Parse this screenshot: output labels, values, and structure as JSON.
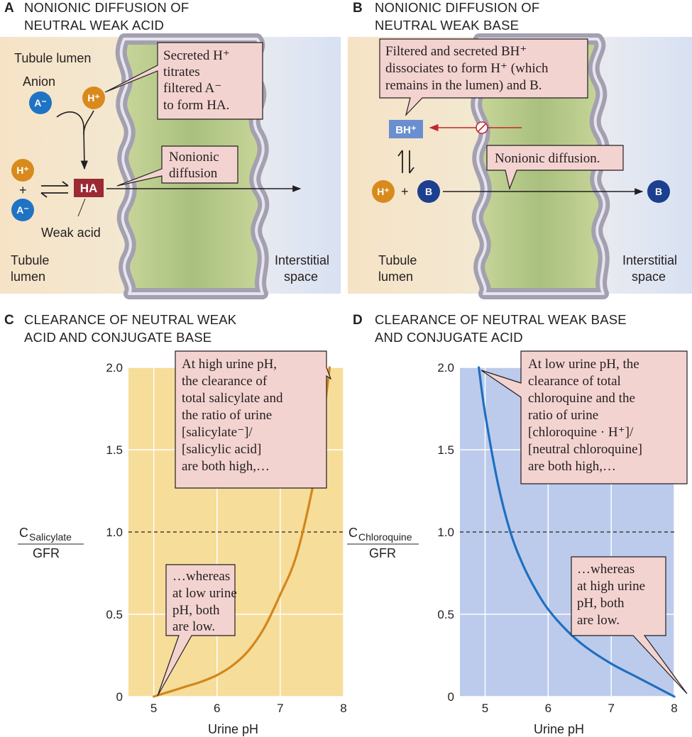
{
  "panel_a": {
    "letter": "A",
    "title_line1": "NONIONIC DIFFUSION OF",
    "title_line2": "NEUTRAL WEAK ACID",
    "tubule_lumen_top": "Tubule lumen",
    "anion_label": "Anion",
    "a_minus": "A⁻",
    "h_plus": "H⁺",
    "plus": "+",
    "ha": "HA",
    "weak_acid_label": "Weak acid",
    "callout_secreted": [
      "Secreted H⁺",
      "titrates",
      "filtered A⁻",
      "to form HA."
    ],
    "callout_nonionic": [
      "Nonionic",
      "diffusion"
    ],
    "tubule_lumen_bottom": [
      "Tubule",
      "lumen"
    ],
    "interstitial": [
      "Interstitial",
      "space"
    ]
  },
  "panel_b": {
    "letter": "B",
    "title_line1": "NONIONIC DIFFUSION OF",
    "title_line2": "NEUTRAL WEAK BASE",
    "callout_filtered": [
      "Filtered and secreted BH⁺",
      "dissociates to form H⁺ (which",
      "remains in the lumen) and B."
    ],
    "bh_plus": "BH⁺",
    "h_plus": "H⁺",
    "plus": "+",
    "b": "B",
    "callout_nonionic": "Nonionic diffusion.",
    "tubule_lumen": [
      "Tubule",
      "lumen"
    ],
    "interstitial": [
      "Interstitial",
      "space"
    ]
  },
  "panel_c": {
    "letter": "C",
    "title_line1": "CLEARANCE OF NEUTRAL WEAK",
    "title_line2": "ACID AND CONJUGATE BASE",
    "ylabel_c": "C",
    "ylabel_sub": "Salicylate",
    "ylabel_den": "GFR",
    "xlabel": "Urine pH",
    "callout_high": [
      "At high urine pH,",
      "the clearance of",
      "total salicylate and",
      "the ratio of urine",
      "[salicylate⁻]/",
      "[salicylic acid]",
      "are both high,…"
    ],
    "callout_low": [
      "…whereas",
      "at low urine",
      "pH, both",
      "are low."
    ]
  },
  "panel_d": {
    "letter": "D",
    "title_line1": "CLEARANCE OF NEUTRAL WEAK BASE",
    "title_line2": "AND CONJUGATE ACID",
    "ylabel_c": "C",
    "ylabel_sub": "Chloroquine",
    "ylabel_den": "GFR",
    "xlabel": "Urine pH",
    "callout_low": [
      "At low urine pH, the",
      "clearance of total",
      "chloroquine and the",
      "ratio of urine",
      "[chloroquine · H⁺]/",
      "[neutral chloroquine]",
      "are both high,…"
    ],
    "callout_high": [
      "…whereas",
      "at high urine",
      "pH, both",
      "are low."
    ]
  },
  "colors": {
    "acid_plot_bg": "#f6dd9a",
    "acid_curve": "#d4861c",
    "base_plot_bg": "#bccbeb",
    "base_curve": "#1f6fc0",
    "callout_fill": "#f3d3d0",
    "ha_box": "#9b2a35",
    "h_circle": "#d98a1c",
    "a_circle": "#1f73c4",
    "b_circle": "#1d3f8f",
    "bh_box": "#6a8fd0",
    "membrane": "#a3a0b0",
    "red_arrow": "#c1272d"
  },
  "chart_data": [
    {
      "type": "line",
      "panel": "C",
      "title": "CLEARANCE OF NEUTRAL WEAK ACID AND CONJUGATE BASE",
      "xlabel": "Urine pH",
      "ylabel": "C_Salicylate / GFR",
      "xlim": [
        4.6,
        8.0
      ],
      "ylim": [
        0,
        2.0
      ],
      "xticks": [
        5,
        6,
        7,
        8
      ],
      "yticks": [
        0,
        0.5,
        1.0,
        1.5,
        2.0
      ],
      "ytick_labels": [
        "0",
        "0.5",
        "1.0",
        "1.5",
        "2.0"
      ],
      "reference_line_y": 1.0,
      "grid": true,
      "series": [
        {
          "x": [
            5.0,
            5.25,
            5.5,
            5.75,
            6.0,
            6.25,
            6.5,
            6.75,
            7.0,
            7.25,
            7.5,
            7.65,
            7.78
          ],
          "y": [
            0.0,
            0.03,
            0.06,
            0.09,
            0.13,
            0.19,
            0.28,
            0.42,
            0.62,
            0.85,
            1.25,
            1.6,
            2.0
          ]
        }
      ]
    },
    {
      "type": "line",
      "panel": "D",
      "title": "CLEARANCE OF NEUTRAL WEAK BASE AND CONJUGATE ACID",
      "xlabel": "Urine pH",
      "ylabel": "C_Chloroquine / GFR",
      "xlim": [
        4.6,
        8.0
      ],
      "ylim": [
        0,
        2.0
      ],
      "xticks": [
        5,
        6,
        7,
        8
      ],
      "yticks": [
        0,
        0.5,
        1.0,
        1.5,
        2.0
      ],
      "ytick_labels": [
        "0",
        "0.5",
        "1.0",
        "1.5",
        "2.0"
      ],
      "reference_line_y": 1.0,
      "grid": true,
      "series": [
        {
          "x": [
            4.9,
            5.0,
            5.2,
            5.4,
            5.6,
            5.8,
            6.0,
            6.3,
            6.6,
            7.0,
            7.4,
            7.7,
            8.0
          ],
          "y": [
            2.0,
            1.72,
            1.3,
            1.0,
            0.8,
            0.65,
            0.53,
            0.4,
            0.3,
            0.2,
            0.12,
            0.06,
            0.0
          ]
        }
      ]
    }
  ]
}
